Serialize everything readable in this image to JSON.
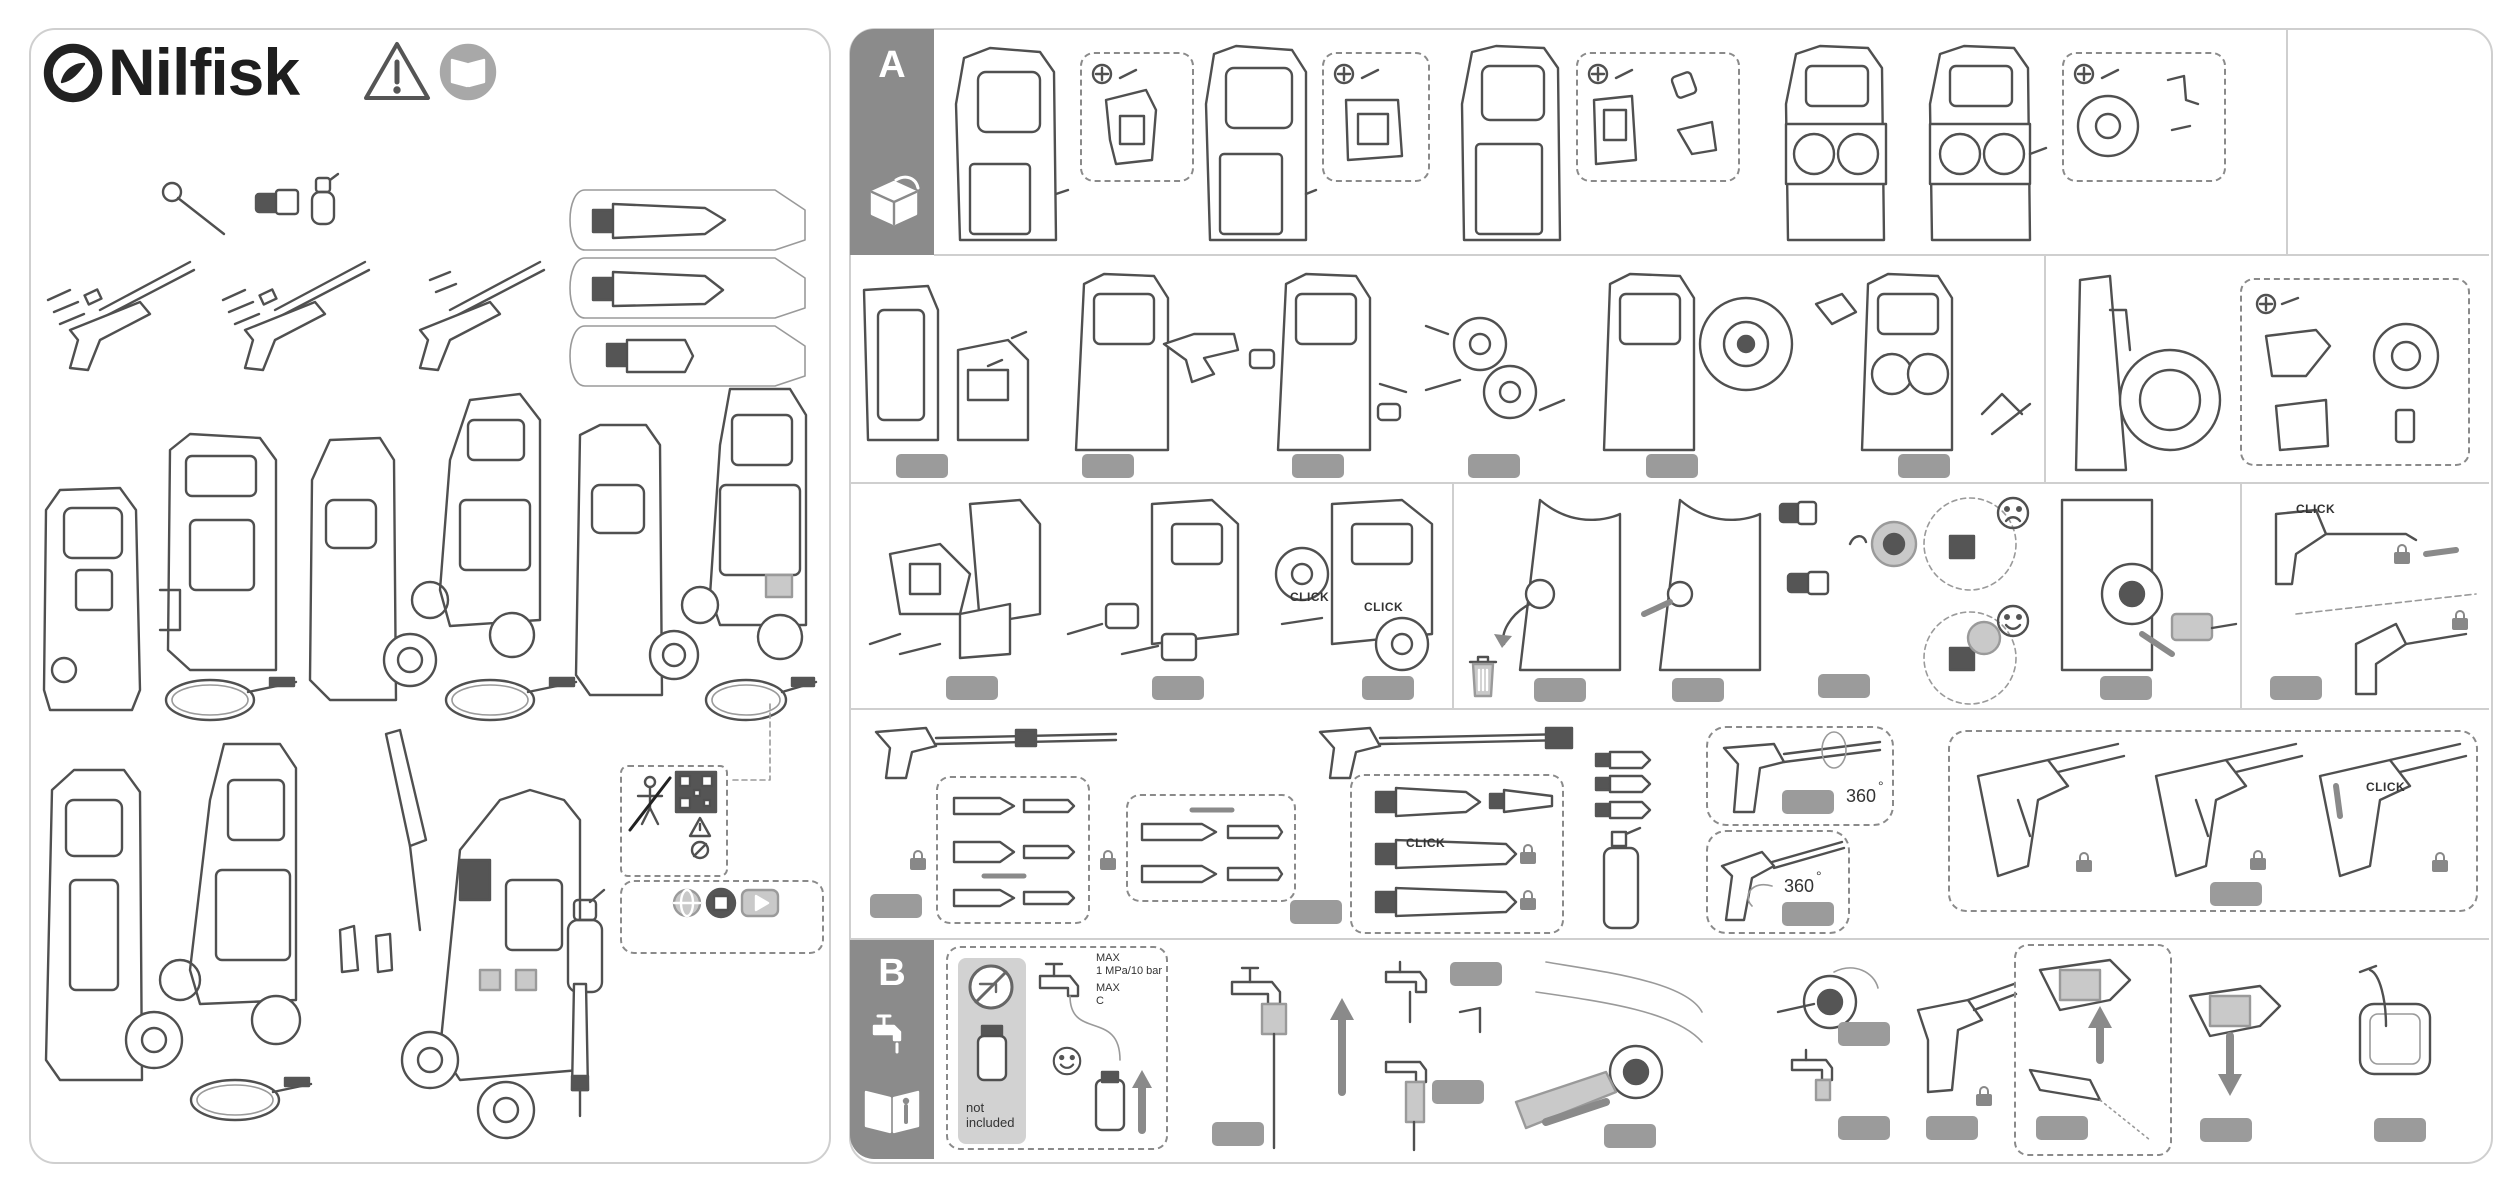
{
  "brand": {
    "name": "Nilfisk"
  },
  "section_a": {
    "letter": "A"
  },
  "section_b": {
    "letter": "B"
  },
  "labels": {
    "click": "CLICK",
    "rotation": "360",
    "max_pressure": "MAX\n1 MPa/10 bar",
    "max_temp": "MAX\nC",
    "not_included": "not\nincluded"
  },
  "icons": {
    "logo": "nilfisk-logo-icon",
    "warning": "warning-triangle-icon",
    "manual": "manual-book-icon",
    "box": "box-unpack-icon",
    "tap": "water-tap-icon",
    "info_book": "info-book-icon",
    "globe": "globe-icon",
    "qr": "qr-code-icon",
    "play": "play-video-icon",
    "lock": "lock-icon",
    "trash": "trash-bin-icon",
    "sad": "sad-face-icon",
    "happy": "happy-face-icon"
  },
  "colors": {
    "accent_gray": "#8b8b8b",
    "line_gray": "#505050",
    "border": "#cfcfcf"
  }
}
